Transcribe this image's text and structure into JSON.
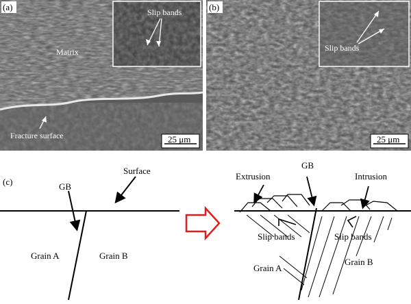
{
  "panel_a": {
    "label": "(a)",
    "inset_label": "Slip bands",
    "matrix_label": "Matrix",
    "fracture_label": "Fracture surface",
    "scale_bar": "25 μm"
  },
  "panel_b": {
    "label": "(b)",
    "inset_label": "Slip bands",
    "scale_bar": "25 μm"
  },
  "panel_c": {
    "label": "(c)",
    "left": {
      "gb": "GB",
      "surface": "Surface",
      "grain_a": "Grain A",
      "grain_b": "Grain B"
    },
    "right": {
      "gb": "GB",
      "extrusion": "Extrusion",
      "intrusion": "Intrusion",
      "slip_bands_left": "Slip bands",
      "slip_bands_right": "Slip bands",
      "grain_a": "Grain A",
      "grain_b": "Grain B"
    },
    "arrow_color": "#e21b1b"
  }
}
